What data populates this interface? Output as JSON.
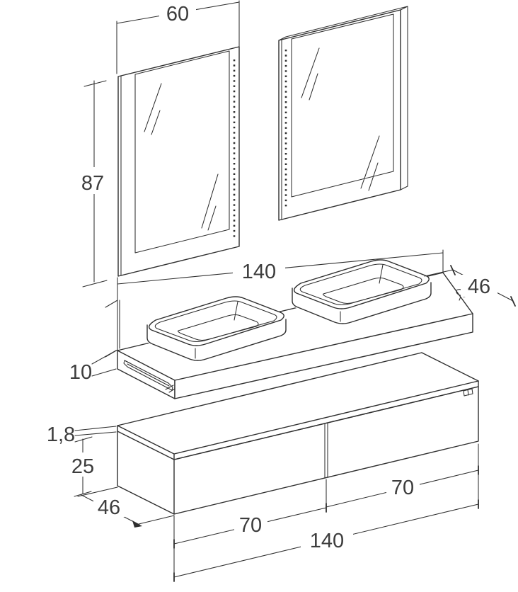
{
  "drawing": {
    "type": "furniture-technical-drawing",
    "subject": "bathroom vanity set: two LED mirrors, countertop shelf with two vessel basins and towel rail, wall cabinet with two drawers"
  },
  "colors": {
    "line": "#2f2f2f",
    "text": "#3d3d3d",
    "background": "#ffffff"
  },
  "dimensions": {
    "mirror_width": "60",
    "mirror_height": "87",
    "countertop_width": "140",
    "countertop_depth": "46",
    "countertop_thickness": "10",
    "top_panel_thickness": "1,8",
    "cabinet_height": "25",
    "cabinet_depth": "46",
    "left_drawer_width": "70",
    "right_drawer_width": "70",
    "cabinet_width": "140"
  }
}
